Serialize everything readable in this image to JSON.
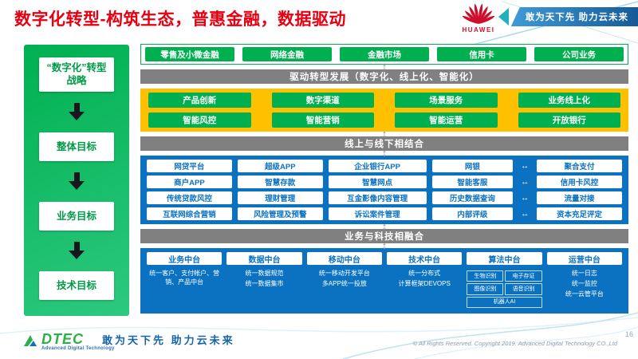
{
  "title": "数字化转型-构筑生态，普惠金融，数据驱动",
  "header": {
    "brand": "HUAWEI",
    "banner": "敢为天下先 助力云未来"
  },
  "icons": {
    "v_arrow": "↕",
    "h_arrow": "↔"
  },
  "sidebar": {
    "items": [
      "“数字化”转型战略",
      "整体目标",
      "业务目标",
      "技术目标"
    ]
  },
  "business_row": [
    "零售及小微金融",
    "网络金融",
    "金融市场",
    "信用卡",
    "公司业务"
  ],
  "bars": {
    "drive": "驱动转型发展（数字化、线上化、智能化）",
    "online_offline": "线上与线下相结合",
    "tech_fusion": "业务与科技相融合"
  },
  "capability": {
    "rows": [
      [
        "产品创新",
        "数字渠道",
        "场景服务",
        "业务线上化"
      ],
      [
        "智能风控",
        "智能营销",
        "智能运营",
        "开放银行"
      ]
    ]
  },
  "channels": {
    "rows": [
      [
        "网贷平台",
        "超级APP",
        "企业银行APP",
        "网银",
        "聚合支付"
      ],
      [
        "商户APP",
        "智慧存款",
        "智慧网点",
        "智能客服",
        "信用卡风控"
      ],
      [
        "传统贷款风控",
        "理财管理",
        "互金影像内容管理",
        "历史数据查询",
        "流量对接"
      ],
      [
        "互联网综合营销",
        "风险管理及预警",
        "诉讼案件管理",
        "内部评级",
        "资本充足评定"
      ]
    ]
  },
  "platforms": {
    "columns": [
      {
        "header": "业务中台",
        "lines": [
          "统一客户、支付帐户、营销、产品中台"
        ]
      },
      {
        "header": "数据中台",
        "lines": [
          "统一数据规范",
          "统一数据集市"
        ]
      },
      {
        "header": "移动中台",
        "lines": [
          "统一移动开发平台",
          "多APP统一投放"
        ]
      },
      {
        "header": "技术中台",
        "lines": [
          "统一分布式",
          "计算框架DEVOPS"
        ]
      },
      {
        "header": "算法中台",
        "lines": [
          "生物识别",
          "电子存证",
          "图像识别",
          "语音识别",
          "机器人AI"
        ]
      },
      {
        "header": "运营中台",
        "lines": [
          "统一日志",
          "统一监控",
          "统一云管平台"
        ]
      }
    ]
  },
  "footer": {
    "logo": "DTEC",
    "logo_sub": "Advanced Digital Technology",
    "slogan": "敢为天下先  助力云未来",
    "copyright": "© All Rights Reserved. Copyright 2019. Advanced Digital Technology CO.,Ltd",
    "page": "16"
  },
  "colors": {
    "red": "#E60012",
    "green": "#00B050",
    "yellow": "#FFC000",
    "blue": "#0B72C2",
    "gray": "#808080"
  }
}
